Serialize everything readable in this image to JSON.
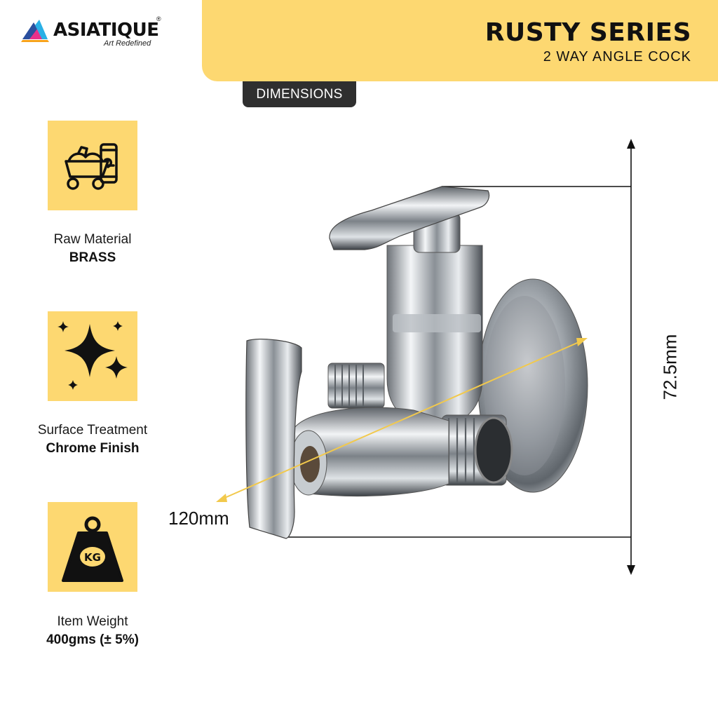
{
  "brand": {
    "name": "ASIATIQUE",
    "registered": "®",
    "tagline": "Art Redefined"
  },
  "header": {
    "title": "RUSTY SERIES",
    "subtitle": "2 WAY ANGLE COCK"
  },
  "section_tab": "DIMENSIONS",
  "features": [
    {
      "icon": "cart-icon",
      "label": "Raw Material",
      "value": "BRASS"
    },
    {
      "icon": "sparkle-icon",
      "label": "Surface Treatment",
      "value": "Chrome Finish"
    },
    {
      "icon": "weight-kg-icon",
      "label": "Item Weight",
      "value": "400gms (± 5%)"
    }
  ],
  "weight_icon_text": "KG",
  "dimensions": {
    "length": "120mm",
    "height": "72.5mm"
  },
  "colors": {
    "accent": "#fdd871",
    "dark": "#2f2f2f",
    "dimension_line": "#f2c94c"
  }
}
